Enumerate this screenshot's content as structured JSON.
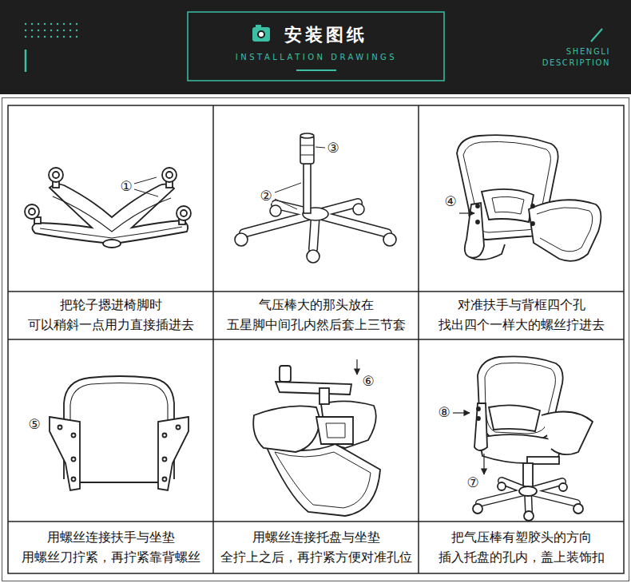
{
  "diagram": {
    "title": "安装图纸",
    "nodes": [
      {
        "text": [
          "把轮子摁进椅脚时 可以稍斜一点用力直接插进去"
        ]
      },
      {
        "text": [
          "气压棒大的那头放在 五星脚中间孔内然后套上三节套"
        ]
      },
      {
        "text": [
          "对准扶手与背框四个孔 找出四个一样大的螺丝拧进去"
        ]
      },
      {
        "text": [
          "用螺丝连接扶手与坐垫 用螺丝刀拧紧，再拧紧靠背螺丝"
        ]
      },
      {
        "text": [
          "用螺丝连接托盘与坐垫 全拧上之后，再拧紧方便对准孔位"
        ]
      },
      {
        "text": [
          "把气压棒有塑胶头的方向 插入托盘的孔内，盖上装饰扣"
        ]
      }
    ],
    "labels": [
      "INSTALLATION DRAWINGS",
      "SHENGLI",
      "DESCRIPTION",
      "①",
      "②",
      "③",
      "④",
      "⑤",
      "⑥",
      "⑦",
      "⑧"
    ]
  }
}
